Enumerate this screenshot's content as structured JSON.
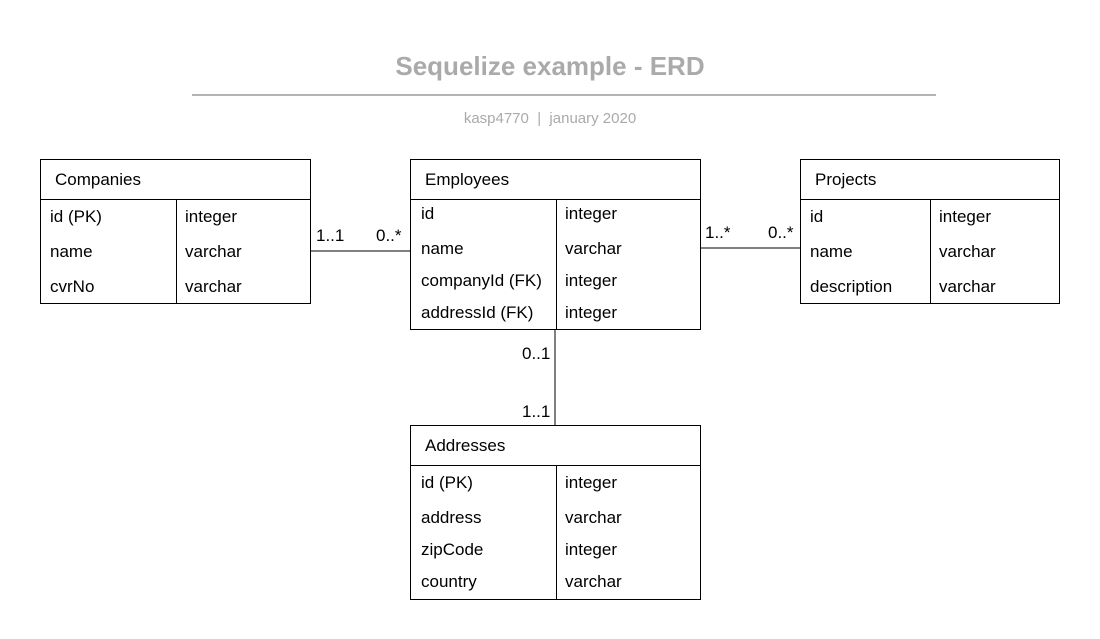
{
  "title": "Sequelize example - ERD",
  "subtitle": "kasp4770  |  january 2020",
  "entities": {
    "companies": {
      "name": "Companies",
      "fields": [
        {
          "name": "id (PK)",
          "type": "integer"
        },
        {
          "name": "name",
          "type": "varchar"
        },
        {
          "name": "cvrNo",
          "type": "varchar"
        }
      ]
    },
    "employees": {
      "name": "Employees",
      "fields": [
        {
          "name": "id",
          "type": "integer"
        },
        {
          "name": "name",
          "type": "varchar"
        },
        {
          "name": "companyId (FK)",
          "type": "integer"
        },
        {
          "name": "addressId (FK)",
          "type": "integer"
        }
      ]
    },
    "projects": {
      "name": "Projects",
      "fields": [
        {
          "name": "id",
          "type": "integer"
        },
        {
          "name": "name",
          "type": "varchar"
        },
        {
          "name": "description",
          "type": "varchar"
        }
      ]
    },
    "addresses": {
      "name": "Addresses",
      "fields": [
        {
          "name": "id (PK)",
          "type": "integer"
        },
        {
          "name": "address",
          "type": "varchar"
        },
        {
          "name": "zipCode",
          "type": "integer"
        },
        {
          "name": "country",
          "type": "varchar"
        }
      ]
    }
  },
  "relationships": {
    "companies_employees": {
      "from_label": "1..1",
      "to_label": "0..*"
    },
    "employees_projects": {
      "from_label": "1..*",
      "to_label": "0..*"
    },
    "employees_addresses": {
      "from_label": "0..1",
      "to_label": "1..1"
    }
  }
}
